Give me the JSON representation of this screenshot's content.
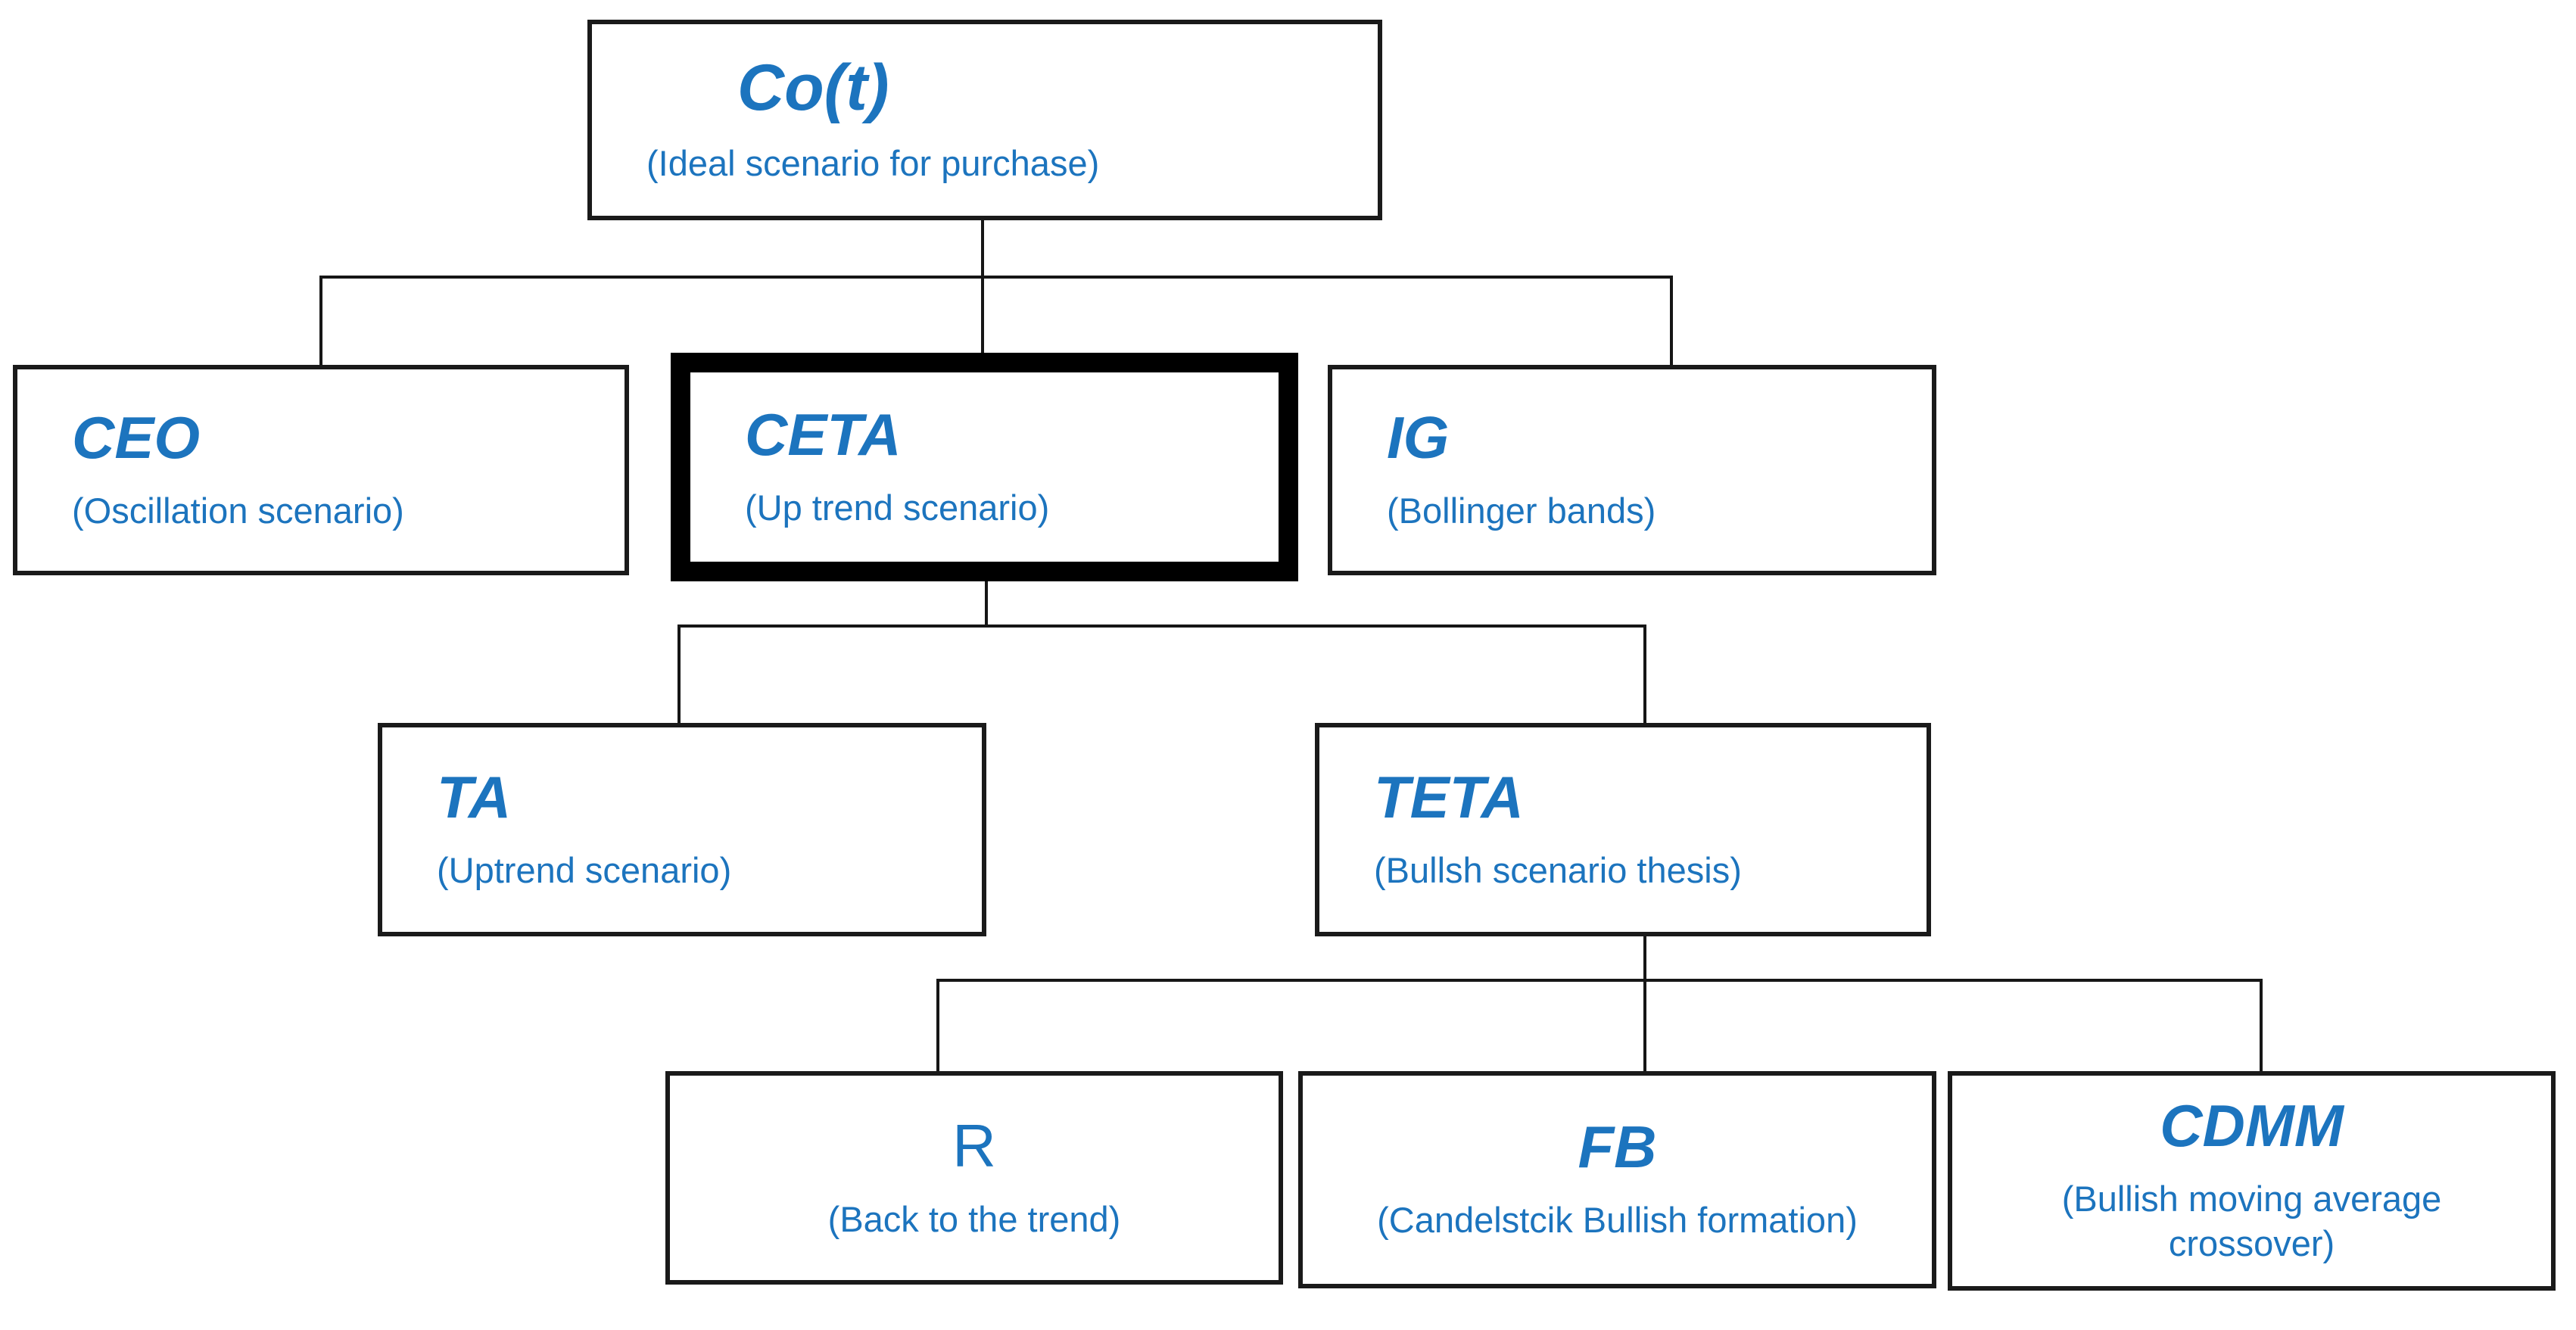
{
  "diagram": {
    "type": "hierarchy-tree",
    "colors": {
      "text_blue": "#1c74be",
      "line_black": "#161616",
      "highlight_border": "#000000",
      "background": "#ffffff"
    },
    "nodes": {
      "cot": {
        "label": "Co(t)",
        "sublabel": "(Ideal scenario for purchase)",
        "level": 1,
        "highlighted": false
      },
      "ceo": {
        "label": "CEO",
        "sublabel": "(Oscillation scenario)",
        "level": 2,
        "highlighted": false
      },
      "ceta": {
        "label": "CETA",
        "sublabel": "(Up trend scenario)",
        "level": 2,
        "highlighted": true
      },
      "ig": {
        "label": "IG",
        "sublabel": "(Bollinger bands)",
        "level": 2,
        "highlighted": false
      },
      "ta": {
        "label": "TA",
        "sublabel": "(Uptrend scenario)",
        "level": 3,
        "highlighted": false
      },
      "teta": {
        "label": "TETA",
        "sublabel": "(Bullsh scenario thesis)",
        "level": 3,
        "highlighted": false
      },
      "r": {
        "label": "R",
        "sublabel": "(Back to the trend)",
        "level": 4,
        "highlighted": false
      },
      "fb": {
        "label": "FB",
        "sublabel": "(Candelstcik Bullish formation)",
        "level": 4,
        "highlighted": false
      },
      "cdmm": {
        "label": "CDMM",
        "sublabel": "(Bullish moving average crossover)",
        "level": 4,
        "highlighted": false
      }
    },
    "edges": [
      [
        "cot",
        "ceo"
      ],
      [
        "cot",
        "ceta"
      ],
      [
        "cot",
        "ig"
      ],
      [
        "ceta",
        "ta"
      ],
      [
        "ceta",
        "teta"
      ],
      [
        "teta",
        "r"
      ],
      [
        "teta",
        "fb"
      ],
      [
        "teta",
        "cdmm"
      ]
    ]
  }
}
